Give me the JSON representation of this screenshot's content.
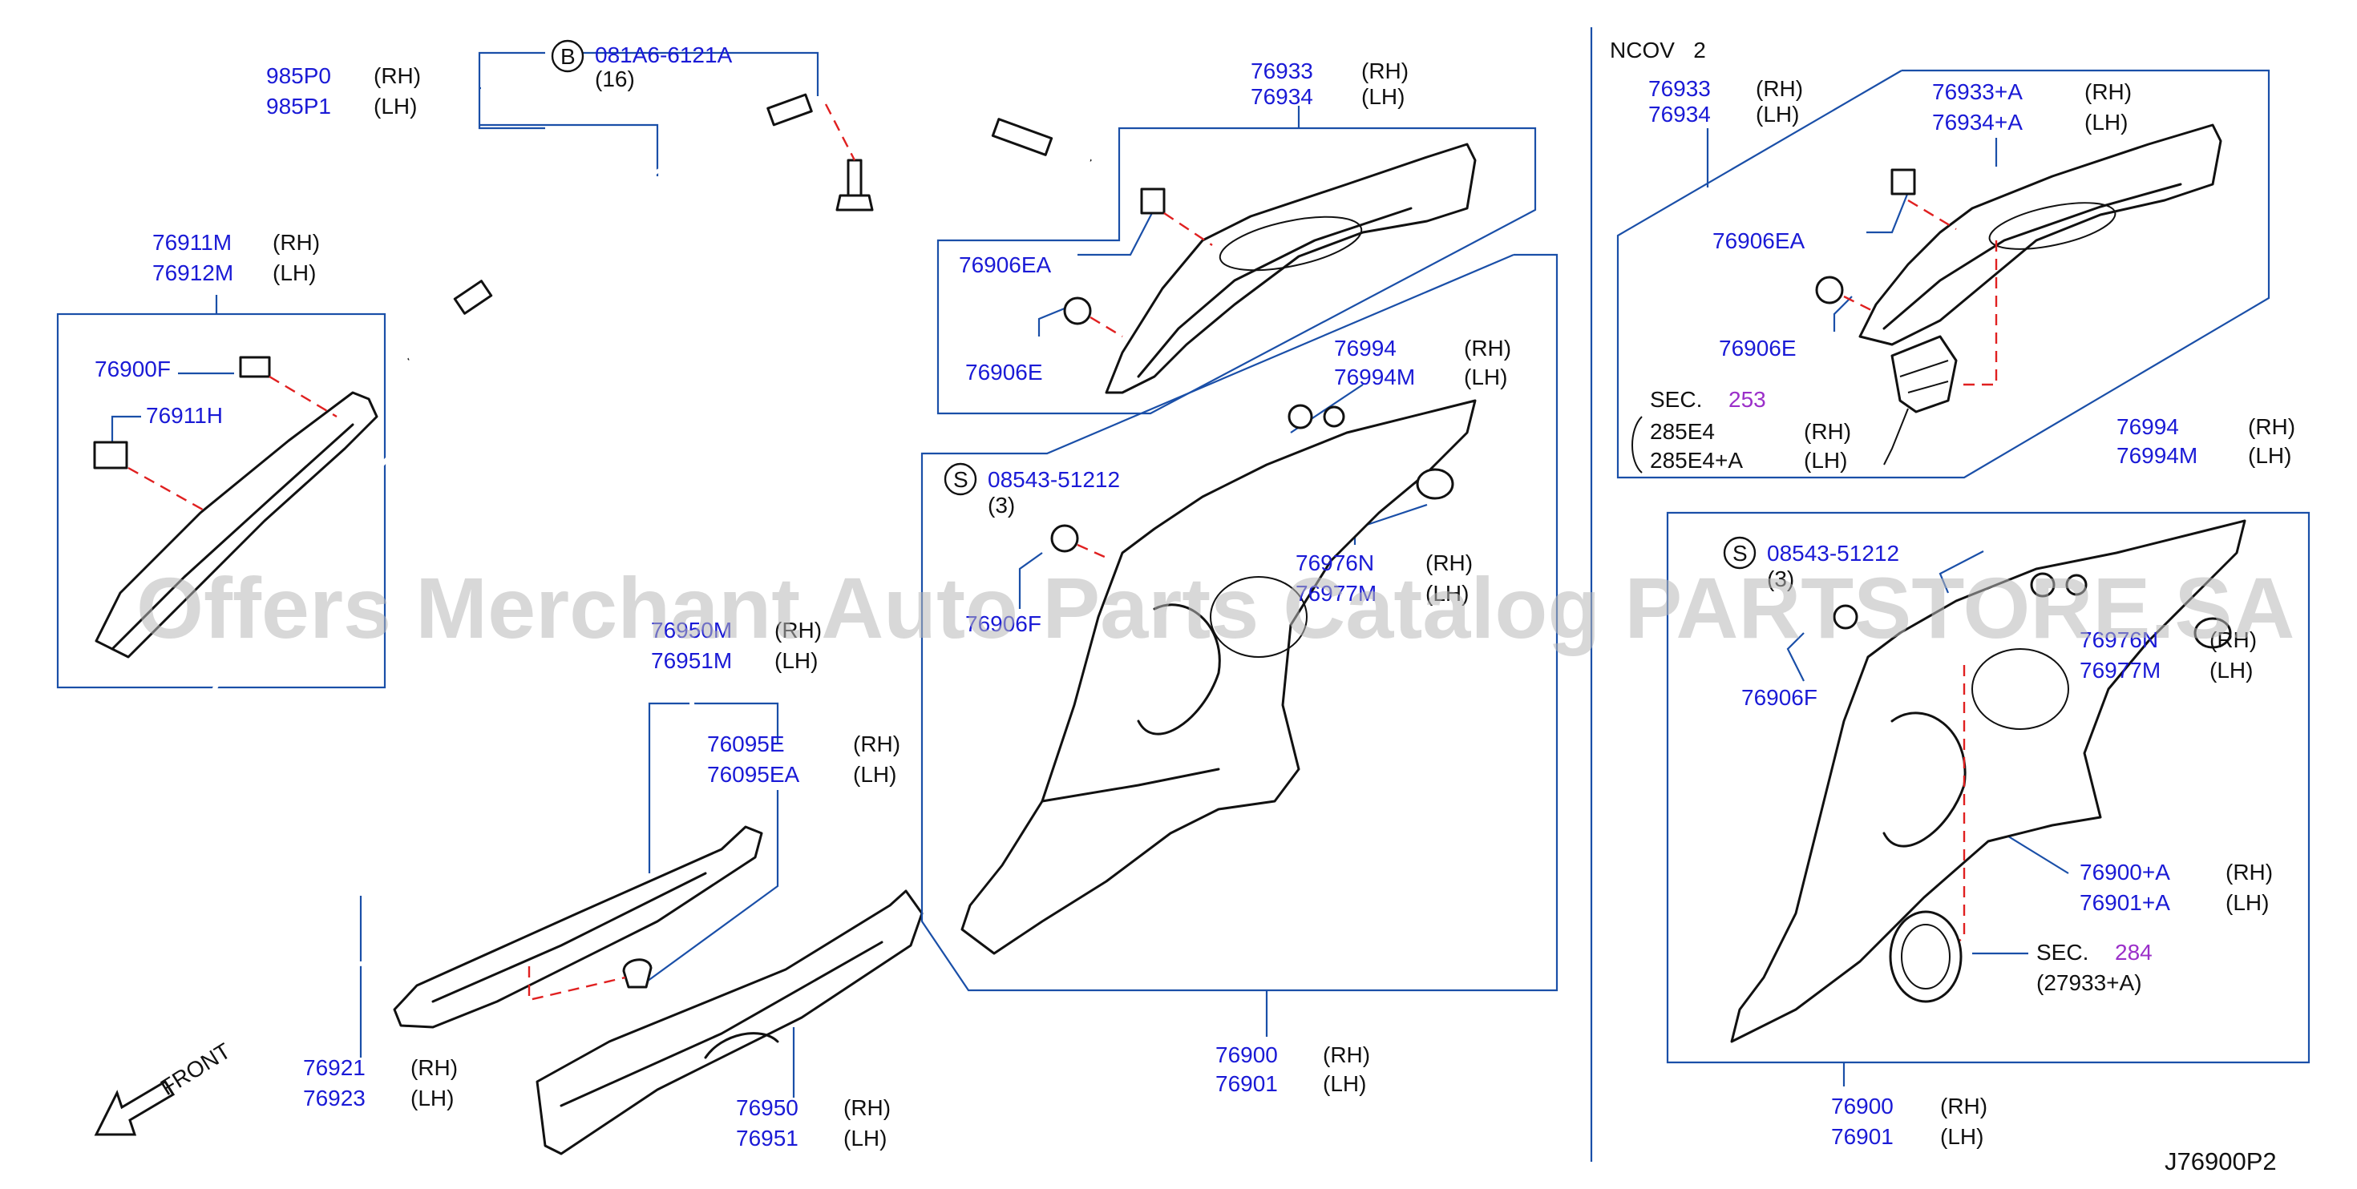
{
  "diagram": {
    "code": "J76900P2",
    "variant": "NCOV   2",
    "front_label": "FRONT",
    "watermark": "Offers Merchant Auto Parts Catalog PARTSTORE.SA",
    "colors": {
      "part_number": "#1a1ad6",
      "section_ref": "#9b2fc9",
      "leader": "#1a4fa8",
      "dash": "#e02020"
    },
    "left": {
      "l1": {
        "pn": "985P0",
        "side": "(RH)"
      },
      "l2": {
        "pn": "985P1",
        "side": "(LH)"
      },
      "bolt_circle": "B",
      "l3": {
        "pn": "081A6-6121A"
      },
      "l3q": "(16)",
      "l4": {
        "pn": "76911M",
        "side": "(RH)"
      },
      "l5": {
        "pn": "76912M",
        "side": "(LH)"
      },
      "l6": {
        "pn": "76900F"
      },
      "l7": {
        "pn": "76911H"
      },
      "l8": {
        "pn": "76950M",
        "side": "(RH)"
      },
      "l9": {
        "pn": "76951M",
        "side": "(LH)"
      },
      "l10": {
        "pn": "76095E",
        "side": "(RH)"
      },
      "l11": {
        "pn": "76095EA",
        "side": "(LH)"
      },
      "l12": {
        "pn": "76921",
        "side": "(RH)"
      },
      "l13": {
        "pn": "76923",
        "side": "(LH)"
      },
      "l14": {
        "pn": "76950",
        "side": "(RH)"
      },
      "l15": {
        "pn": "76951",
        "side": "(LH)"
      }
    },
    "middle": {
      "m1": {
        "pn": "76933",
        "side": "(RH)"
      },
      "m2": {
        "pn": "76934",
        "side": "(LH)"
      },
      "m3": {
        "pn": "76906EA"
      },
      "m4": {
        "pn": "76906E"
      },
      "m5": {
        "pn": "76994",
        "side": "(RH)"
      },
      "m6": {
        "pn": "76994M",
        "side": "(LH)"
      },
      "screw_circle": "S",
      "m7": {
        "pn": "08543-51212"
      },
      "m7q": "(3)",
      "m8": {
        "pn": "76906F"
      },
      "m9": {
        "pn": "76976N",
        "side": "(RH)"
      },
      "m10": {
        "pn": "76977M",
        "side": "(LH)"
      },
      "m11": {
        "pn": "76900",
        "side": "(RH)"
      },
      "m12": {
        "pn": "76901",
        "side": "(LH)"
      }
    },
    "right": {
      "r1": {
        "pn": "76933",
        "side": "(RH)"
      },
      "r2": {
        "pn": "76934",
        "side": "(LH)"
      },
      "r3": {
        "pn": "76933+A",
        "side": "(RH)"
      },
      "r4": {
        "pn": "76934+A",
        "side": "(LH)"
      },
      "r5": {
        "pn": "76906EA"
      },
      "r6": {
        "pn": "76906E"
      },
      "r7": {
        "sec": "SEC.",
        "num": "253"
      },
      "r8": {
        "pn": "285E4",
        "side": "(RH)"
      },
      "r9": {
        "pn": "285E4+A",
        "side": "(LH)"
      },
      "r10": {
        "pn": "76994",
        "side": "(RH)"
      },
      "r11": {
        "pn": "76994M",
        "side": "(LH)"
      },
      "screw_circle": "S",
      "r12": {
        "pn": "08543-51212"
      },
      "r12q": "(3)",
      "r13": {
        "pn": "76906F"
      },
      "r14": {
        "pn": "76976N",
        "side": "(RH)"
      },
      "r15": {
        "pn": "76977M",
        "side": "(LH)"
      },
      "r16": {
        "pn": "76900+A",
        "side": "(RH)"
      },
      "r17": {
        "pn": "76901+A",
        "side": "(LH)"
      },
      "r18": {
        "sec": "SEC.",
        "num": "284"
      },
      "r19": "(27933+A)",
      "r20": {
        "pn": "76900",
        "side": "(RH)"
      },
      "r21": {
        "pn": "76901",
        "side": "(LH)"
      }
    }
  }
}
